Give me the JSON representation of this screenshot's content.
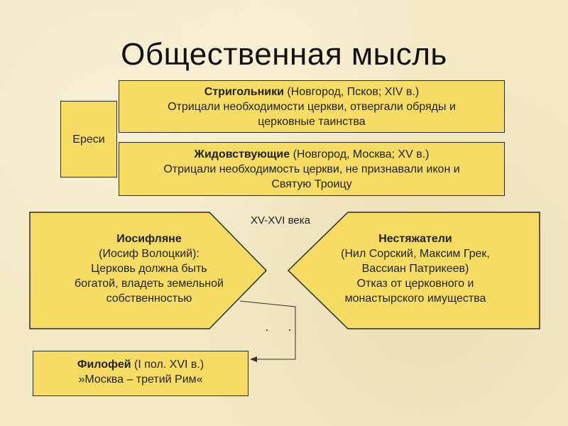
{
  "title": "Общественная мысль",
  "heresies": {
    "label": "Ереси",
    "strigolniki": {
      "name": "Стригольники",
      "place": " (Новгород, Псков; XIV в.)",
      "line2": "Отрицали необходимости церкви, отвергали обряды и",
      "line3": "церковные таинства"
    },
    "zhidovstvuyushchie": {
      "name": "Жидовствующие",
      "place": " (Новгород, Москва; XV в.)",
      "line2": "Отрицали необходимость церкви, не признавали икон и",
      "line3": "Святую Троицу"
    }
  },
  "century_label": "XV-XVI века",
  "josephites": {
    "name": "Иосифляне",
    "line2": "(Иосиф Волоцкий):",
    "line3": "Церковь должна быть",
    "line4": "богатой, владеть земельной",
    "line5": "собственностью"
  },
  "non_possessors": {
    "name": "Нестяжатели",
    "line2": "(Нил Сорский, Максим Грек,",
    "line3": "Вассиан Патрикеев)",
    "line4": "Отказ от церковного и",
    "line5": "монастырского имущества"
  },
  "filofey": {
    "name": "Филофей",
    "place": " (I пол. XVI в.)",
    "line2": "»Москва – третий Рим«"
  },
  "colors": {
    "box_fill": "#f6dc63",
    "border": "#2b2b2b",
    "background": "#f3e9c4"
  }
}
